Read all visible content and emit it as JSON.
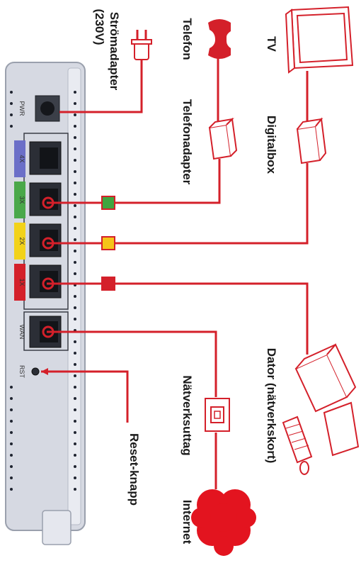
{
  "colors": {
    "wire": "#d4202a",
    "router_body": "#d6d9e2",
    "port_blue": "#6b6fc8",
    "port_green": "#4aa84a",
    "port_yellow": "#f2d21a",
    "port_red": "#d4202a",
    "connector_green": "#3fa53f",
    "connector_yellow": "#f5c418",
    "connector_red": "#d4202a"
  },
  "labels": {
    "tv": "TV",
    "digitalbox": "Digitalbox",
    "telefon": "Telefon",
    "telefonadapter": "Telefonadapter",
    "stromadapter_line1": "Strömadapter",
    "stromadapter_line2": "(230V)",
    "dator": "Dator (nätverkskort)",
    "natverksuttag": "Nätverksuttag",
    "internet": "Internet",
    "reset": "Reset-knapp"
  },
  "router_ports": {
    "pwr": "PWR",
    "port4": "4X",
    "port3": "3X",
    "port2": "2X",
    "port1": "1X",
    "wan": "WAN",
    "rst": "RST"
  },
  "icons": [
    "tv-icon",
    "digitalbox-icon",
    "telephone-icon",
    "phone-adapter-icon",
    "power-plug-icon",
    "computer-icon",
    "network-outlet-icon",
    "internet-cloud-icon"
  ]
}
